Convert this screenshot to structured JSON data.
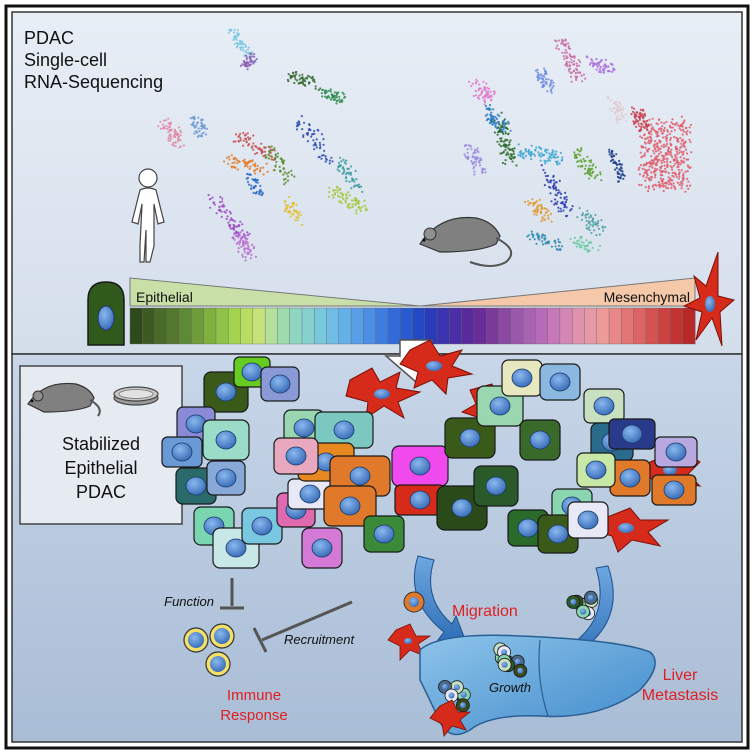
{
  "header": {
    "line1": "PDAC",
    "line2": "Single-cell",
    "line3": "RNA-Sequencing"
  },
  "gradient": {
    "left_label": "Epithelial",
    "right_label": "Mesenchymal",
    "swatches": [
      "#2e4a1a",
      "#3d5a22",
      "#4a6a2a",
      "#55782f",
      "#5f8a35",
      "#6e9c3a",
      "#7fb040",
      "#8fc248",
      "#a3d34f",
      "#b9dd62",
      "#c8e27a",
      "#b3e09a",
      "#9edcae",
      "#8fd6c2",
      "#86d0d0",
      "#7ac8dc",
      "#6fbde4",
      "#64b0e8",
      "#589fe8",
      "#4c8ee6",
      "#3f7ce0",
      "#346ad8",
      "#2a5ad0",
      "#2349c4",
      "#2a3ab8",
      "#3a34b0",
      "#4a2ea6",
      "#5a2a9c",
      "#6a2c96",
      "#7a3a9a",
      "#8a4aa2",
      "#9a58aa",
      "#aa62b2",
      "#b86aba",
      "#c678b8",
      "#d486b4",
      "#de92ae",
      "#e69aa6",
      "#ec9a9a",
      "#e88888",
      "#e27676",
      "#dc6464",
      "#d45252",
      "#cc4242",
      "#c23434",
      "#b82828"
    ]
  },
  "inset": {
    "line1": "Stabilized",
    "line2": "Epithelial",
    "line3": "PDAC"
  },
  "labels": {
    "function": "Function",
    "recruitment": "Recruitment",
    "immune1": "Immune",
    "immune2": "Response",
    "migration": "Migration",
    "growth": "Growth",
    "liver1": "Liver",
    "liver2": "Metastasis"
  },
  "colors": {
    "text_red": "#e02020",
    "top_panel_bg": "#dde6f1",
    "bottom_panel_bg": "#bccce0",
    "nucleus": "#5a8fd6",
    "mesenchymal_red": "#d62a1a"
  },
  "icons": [
    "human-figure-icon",
    "mouse-icon",
    "petri-dish-icon",
    "epithelial-cell-icon",
    "mesenchymal-cell-icon",
    "liver-icon",
    "arrow-down-icon"
  ]
}
